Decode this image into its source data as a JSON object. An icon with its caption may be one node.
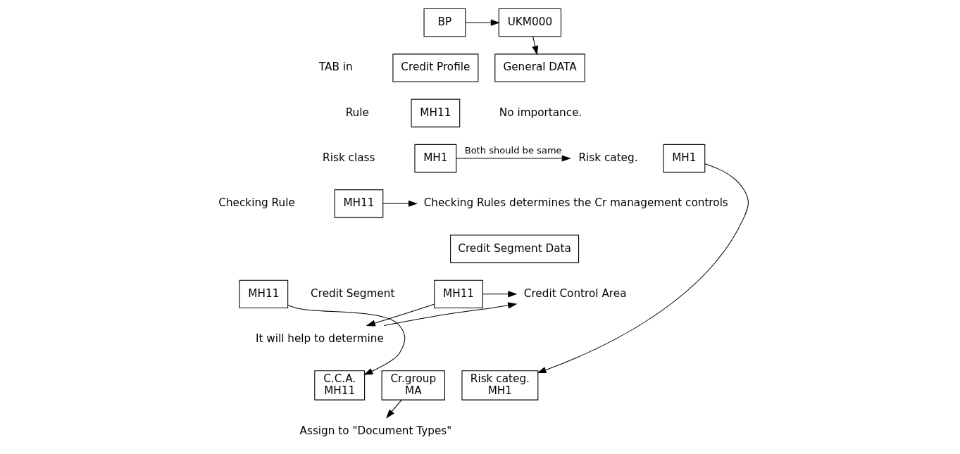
{
  "diagram": {
    "nodes": [
      {
        "text": [
          "BP"
        ]
      },
      {
        "text": [
          "UKM000"
        ]
      },
      {
        "text": [
          "Credit Profile"
        ],
        "beside": [
          "TAB in"
        ]
      },
      {
        "text": [
          "General DATA"
        ]
      },
      {
        "text": [
          "MH11"
        ],
        "beside": [
          "Rule",
          "No importance."
        ]
      },
      {
        "text": [
          "MH1"
        ],
        "beside": [
          "Risk class"
        ]
      },
      {
        "text": [
          "Risk categ."
        ]
      },
      {
        "text": [
          "MH1"
        ]
      },
      {
        "text": [
          "MH11"
        ],
        "beside": [
          "Checking Rule"
        ]
      },
      {
        "text": [
          "Checking Rules determines the Cr management controls"
        ]
      },
      {
        "text": [
          "Credit Segment Data"
        ]
      },
      {
        "text": [
          "MH11"
        ],
        "beside": [
          "Credit Segment"
        ]
      },
      {
        "text": [
          "Credit Control Area"
        ]
      },
      {
        "text": [
          "MH11"
        ]
      },
      {
        "text": [
          "It will help to determine"
        ]
      },
      {
        "text": [
          "C.C.A.",
          "MH11"
        ]
      },
      {
        "text": [
          "Risk categ.",
          "MH1"
        ]
      },
      {
        "text": [
          "Cr.group",
          "MA"
        ]
      },
      {
        "text": [
          "Assign to \"Document Types\""
        ]
      }
    ],
    "edges": [
      {
        "from": 0,
        "to": 1,
        "arrow": "to"
      },
      {
        "from": 1,
        "to": 3,
        "arrow": "to"
      },
      {
        "from": 5,
        "to": 6,
        "arrow": "to",
        "label": "Both should be same"
      },
      {
        "from": 7,
        "to": 16,
        "arrow": "to"
      },
      {
        "from": 8,
        "to": 9,
        "arrow": "to"
      },
      {
        "from": 11,
        "to": 12,
        "arrow": "to"
      },
      {
        "from": 11,
        "to": 14,
        "arrow": "to"
      },
      {
        "from": 14,
        "to": 12,
        "arrow": "to"
      },
      {
        "from": 13,
        "to": 15,
        "arrow": "to"
      },
      {
        "from": 17,
        "to": 18,
        "arrow": "to"
      }
    ]
  }
}
